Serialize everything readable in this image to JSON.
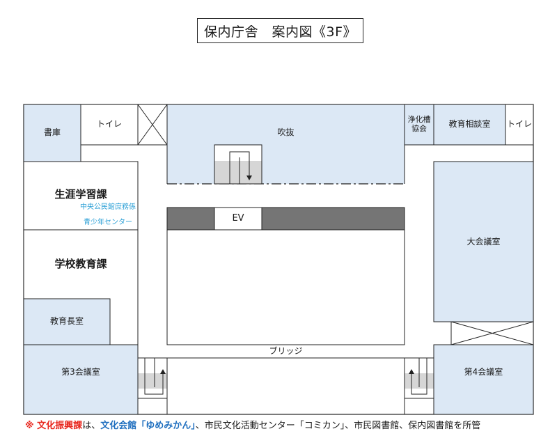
{
  "title": "保内庁舎　案内図《3F》",
  "rooms": {
    "shoko": "書庫",
    "toilet_left": "トイレ",
    "fukinuke": "吹抜",
    "jokaso_line1": "浄化槽",
    "jokaso_line2": "協会",
    "kyoiku_sodan": "教育相談室",
    "toilet_right": "トイレ",
    "shogai_gakushu": "生涯学習課",
    "chuo_kominkan": "中央公民館庶務係",
    "seishonen": "青少年センター",
    "gakko_kyoiku": "学校教育課",
    "kyoikucho": "教育長室",
    "dai3_kaigi": "第3会議室",
    "ev": "EV",
    "dai_kaigi": "大会議室",
    "bridge": "ブリッジ",
    "dai4_kaigi": "第4会議室"
  },
  "footnote": {
    "mark": "※ ",
    "dept": "文化振興課",
    "particle": "は、",
    "kaikan": "文化会館「ゆめみかん」",
    "rest": "、市民文化活動センター「コミカン」、市民図書館、保内図書館を所管"
  },
  "colors": {
    "room_fill": "#dce8f5",
    "dark_fill": "#757575",
    "stair_fill": "#d6d6d6",
    "outline": "#222222",
    "accent_red": "#e8261d",
    "accent_blue": "#1f6fbf",
    "accent_cyan": "#2a9fd6"
  }
}
